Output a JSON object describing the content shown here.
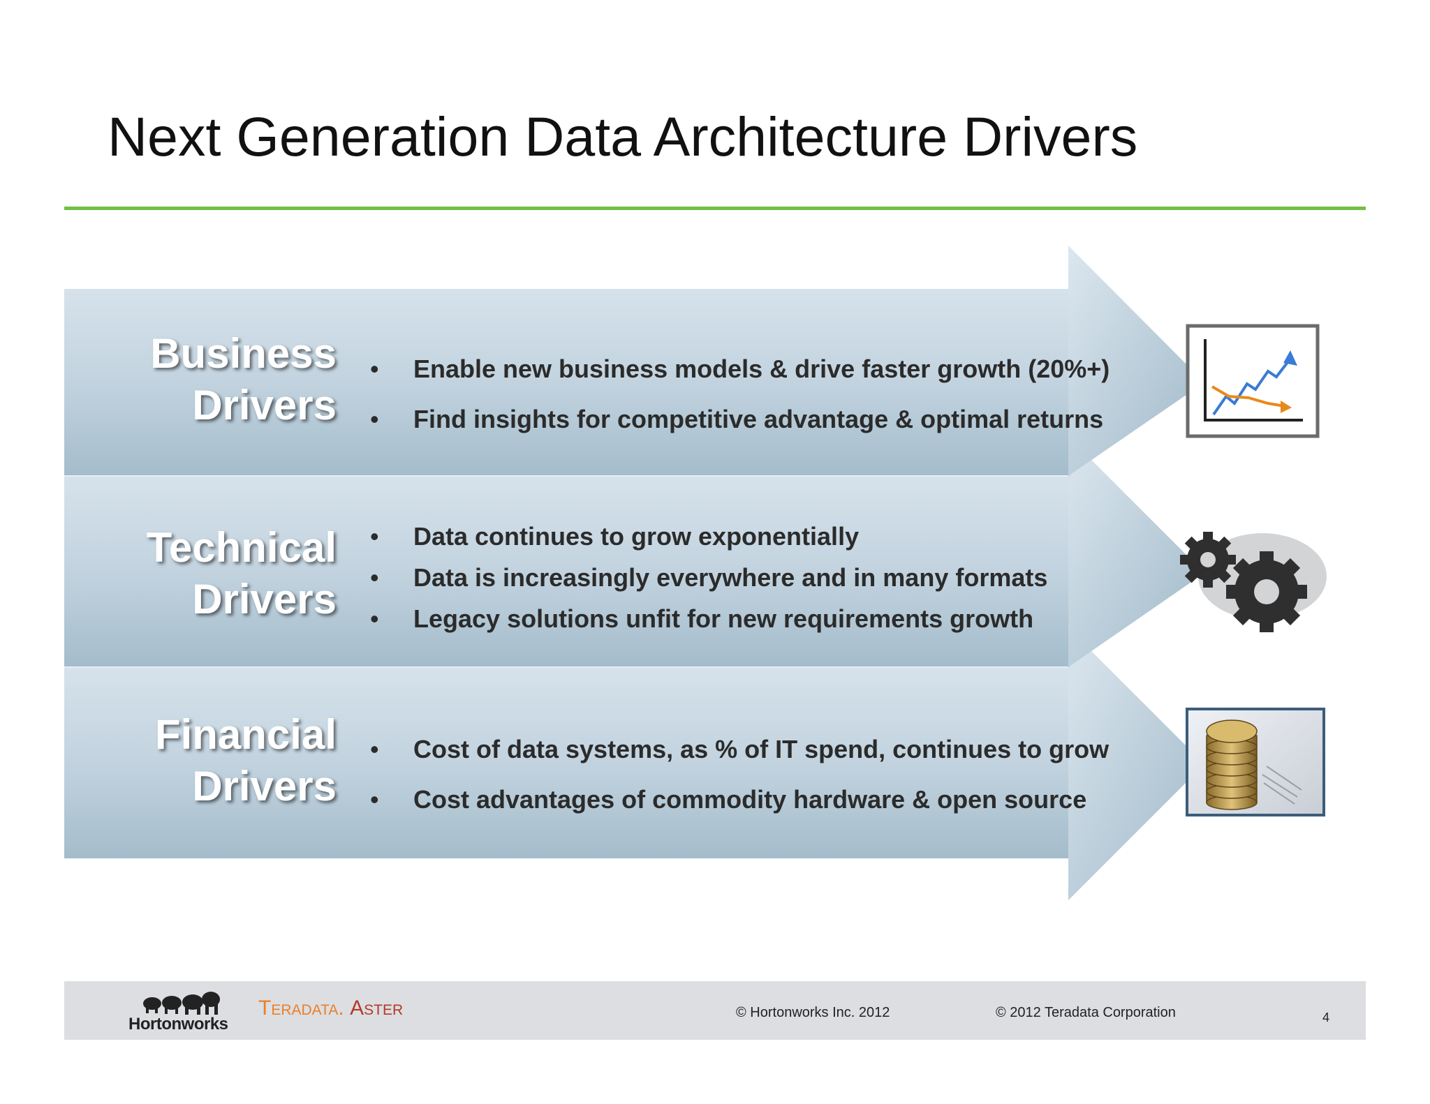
{
  "slide": {
    "title": "Next Generation Data Architecture Drivers",
    "page_number": "4"
  },
  "drivers": [
    {
      "label_line1": "Business",
      "label_line2": "Drivers",
      "bullets": [
        "Enable new business models & drive faster growth (20%+)",
        "Find insights for competitive advantage & optimal returns"
      ],
      "icon": "line-chart-icon"
    },
    {
      "label_line1": "Technical",
      "label_line2": "Drivers",
      "bullets": [
        "Data continues to grow exponentially",
        "Data is increasingly everywhere and in many formats",
        "Legacy solutions unfit for new requirements growth"
      ],
      "icon": "gears-icon"
    },
    {
      "label_line1": "Financial",
      "label_line2": "Drivers",
      "bullets": [
        "Cost of data systems, as % of IT spend, continues to grow",
        "Cost advantages of commodity hardware & open source"
      ],
      "icon": "coins-icon"
    }
  ],
  "footer": {
    "hortonworks_logo_text": "Hortonworks",
    "teradata_logo": "Teradata",
    "aster_logo": "Aster",
    "copyright_hortonworks": "© Hortonworks Inc. 2012",
    "copyright_teradata": "© 2012 Teradata Corporation"
  },
  "colors": {
    "accent_rule": "#72bf44",
    "arrow_light": "#d4e1ea",
    "arrow_dark": "#a3bccb",
    "teradata_orange": "#e97f2b"
  }
}
